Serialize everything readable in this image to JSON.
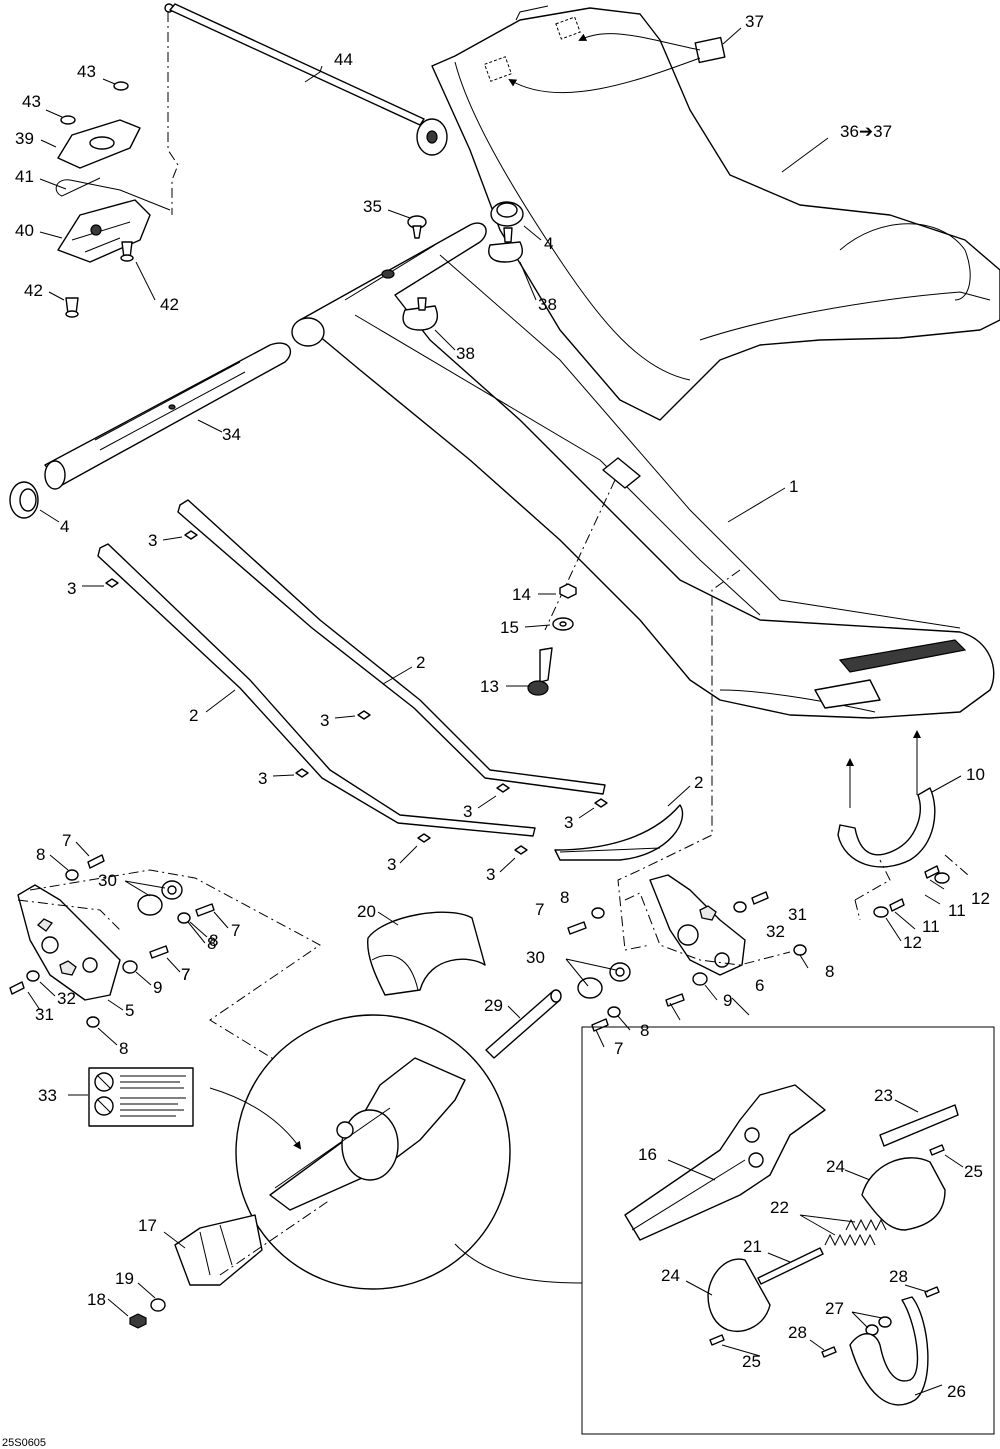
{
  "figure_code": "25S0605",
  "callouts": [
    {
      "id": "c44",
      "text": "44"
    },
    {
      "id": "c43a",
      "text": "43"
    },
    {
      "id": "c43b",
      "text": "43"
    },
    {
      "id": "c39",
      "text": "39"
    },
    {
      "id": "c41",
      "text": "41"
    },
    {
      "id": "c40",
      "text": "40"
    },
    {
      "id": "c42a",
      "text": "42"
    },
    {
      "id": "c42b",
      "text": "42"
    },
    {
      "id": "c37",
      "text": "37"
    },
    {
      "id": "c3637",
      "text": "36➔37"
    },
    {
      "id": "c35",
      "text": "35"
    },
    {
      "id": "c4a",
      "text": "4"
    },
    {
      "id": "c38a",
      "text": "38"
    },
    {
      "id": "c38b",
      "text": "38"
    },
    {
      "id": "c34",
      "text": "34"
    },
    {
      "id": "c4b",
      "text": "4"
    },
    {
      "id": "c1",
      "text": "1"
    },
    {
      "id": "c3a",
      "text": "3"
    },
    {
      "id": "c3b",
      "text": "3"
    },
    {
      "id": "c14",
      "text": "14"
    },
    {
      "id": "c15",
      "text": "15"
    },
    {
      "id": "c13",
      "text": "13"
    },
    {
      "id": "c2a",
      "text": "2"
    },
    {
      "id": "c2b",
      "text": "2"
    },
    {
      "id": "c3c",
      "text": "3"
    },
    {
      "id": "c3d",
      "text": "3"
    },
    {
      "id": "c3e",
      "text": "3"
    },
    {
      "id": "c3f",
      "text": "3"
    },
    {
      "id": "c3g",
      "text": "3"
    },
    {
      "id": "c3h",
      "text": "3"
    },
    {
      "id": "c2c",
      "text": "2"
    },
    {
      "id": "c10",
      "text": "10"
    },
    {
      "id": "c7a",
      "text": "7"
    },
    {
      "id": "c8a",
      "text": "8"
    },
    {
      "id": "c30a",
      "text": "30"
    },
    {
      "id": "c20",
      "text": "20"
    },
    {
      "id": "c8b",
      "text": "8"
    },
    {
      "id": "c7b",
      "text": "7"
    },
    {
      "id": "c31a",
      "text": "31"
    },
    {
      "id": "c32a",
      "text": "32"
    },
    {
      "id": "c8c",
      "text": "8"
    },
    {
      "id": "c7c",
      "text": "7"
    },
    {
      "id": "c8d",
      "text": "8"
    },
    {
      "id": "c7d",
      "text": "7"
    },
    {
      "id": "c9a",
      "text": "9"
    },
    {
      "id": "c5",
      "text": "5"
    },
    {
      "id": "c31b",
      "text": "31"
    },
    {
      "id": "c32b",
      "text": "32"
    },
    {
      "id": "c8e",
      "text": "8"
    },
    {
      "id": "c12a",
      "text": "12"
    },
    {
      "id": "c11a",
      "text": "11"
    },
    {
      "id": "c11b",
      "text": "11"
    },
    {
      "id": "c12b",
      "text": "12"
    },
    {
      "id": "c30b",
      "text": "30"
    },
    {
      "id": "c8f",
      "text": "8"
    },
    {
      "id": "c6",
      "text": "6"
    },
    {
      "id": "c9b",
      "text": "9"
    },
    {
      "id": "c29",
      "text": "29"
    },
    {
      "id": "c7e",
      "text": "7"
    },
    {
      "id": "c8g",
      "text": "8"
    },
    {
      "id": "c7f",
      "text": "7"
    },
    {
      "id": "c33",
      "text": "33"
    },
    {
      "id": "c23",
      "text": "23"
    },
    {
      "id": "c16",
      "text": "16"
    },
    {
      "id": "c24a",
      "text": "24"
    },
    {
      "id": "c25a",
      "text": "25"
    },
    {
      "id": "c22",
      "text": "22"
    },
    {
      "id": "c21",
      "text": "21"
    },
    {
      "id": "c24b",
      "text": "24"
    },
    {
      "id": "c28a",
      "text": "28"
    },
    {
      "id": "c27",
      "text": "27"
    },
    {
      "id": "c28b",
      "text": "28"
    },
    {
      "id": "c25b",
      "text": "25"
    },
    {
      "id": "c26",
      "text": "26"
    },
    {
      "id": "c17",
      "text": "17"
    },
    {
      "id": "c19",
      "text": "19"
    },
    {
      "id": "c18",
      "text": "18"
    }
  ]
}
